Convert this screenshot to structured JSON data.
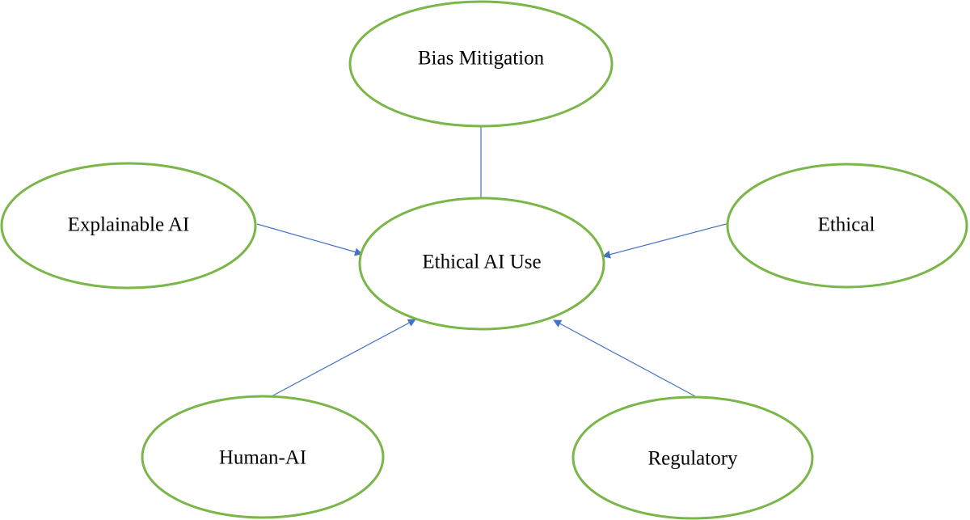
{
  "colors": {
    "node_border": "#7ab648",
    "arrow": "#4472c4",
    "text": "#000000",
    "background": "#ffffff"
  },
  "center": {
    "id": "ethical-ai-use",
    "label": "Ethical AI Use"
  },
  "nodes": [
    {
      "id": "bias-mitigation",
      "label": "Bias Mitigation"
    },
    {
      "id": "explainable-ai",
      "label": "Explainable AI"
    },
    {
      "id": "ethical",
      "label": "Ethical"
    },
    {
      "id": "human-ai",
      "label": "Human-AI"
    },
    {
      "id": "regulatory",
      "label": "Regulatory"
    }
  ],
  "edges": [
    {
      "from": "bias-mitigation",
      "to": "ethical-ai-use"
    },
    {
      "from": "explainable-ai",
      "to": "ethical-ai-use"
    },
    {
      "from": "ethical",
      "to": "ethical-ai-use"
    },
    {
      "from": "human-ai",
      "to": "ethical-ai-use"
    },
    {
      "from": "regulatory",
      "to": "ethical-ai-use"
    }
  ]
}
